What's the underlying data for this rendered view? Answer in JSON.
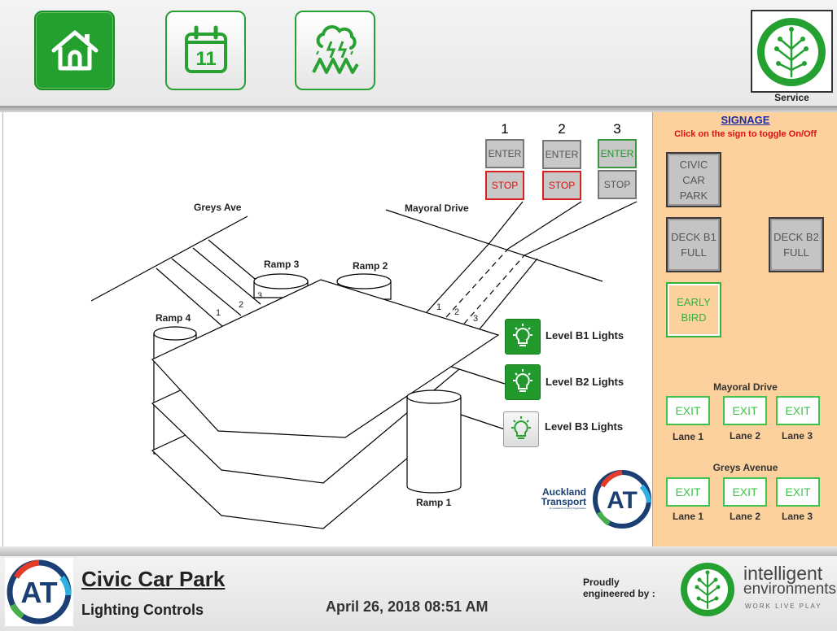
{
  "nav": {
    "home_icon": "home-icon",
    "calendar_icon": "calendar-icon",
    "calendar_day": "11",
    "weather_icon": "storm-weather-icon",
    "service_icon": "tree-logo-icon",
    "service_label": "Service"
  },
  "map": {
    "street_left": "Greys Ave",
    "street_right": "Mayoral Drive",
    "ramp_labels": [
      "Ramp 1",
      "Ramp 2",
      "Ramp 3",
      "Ramp 4"
    ],
    "left_lane_numbers": [
      "1",
      "2",
      "3"
    ],
    "right_lane_numbers": [
      "1",
      "2",
      "3"
    ],
    "entry_signs": [
      {
        "number": "1",
        "enter": "ENTER",
        "stop": "STOP",
        "enter_state": "off",
        "stop_state": "on"
      },
      {
        "number": "2",
        "enter": "ENTER",
        "stop": "STOP",
        "enter_state": "off",
        "stop_state": "on"
      },
      {
        "number": "3",
        "enter": "ENTER",
        "stop": "STOP",
        "enter_state": "on",
        "stop_state": "off"
      }
    ],
    "lights": [
      {
        "label": "Level B1 Lights",
        "state": "on",
        "icon": "lightbulb-icon"
      },
      {
        "label": "Level B2 Lights",
        "state": "on",
        "icon": "lightbulb-icon"
      },
      {
        "label": "Level B3 Lights",
        "state": "off",
        "icon": "lightbulb-icon"
      }
    ],
    "brand_line1": "Auckland",
    "brand_line2": "Transport",
    "brand_line3": "An Auckland Council Organisation",
    "brand_logo": "AT"
  },
  "signage": {
    "title": "SIGNAGE",
    "subtitle": "Click on the sign to toggle On/Off",
    "civic": {
      "line1": "CIVIC",
      "line2": "CAR",
      "line3": "PARK",
      "state": "off"
    },
    "deck_b1": {
      "line1": "DECK B1",
      "line2": "FULL",
      "state": "off"
    },
    "deck_b2": {
      "line1": "DECK B2",
      "line2": "FULL",
      "state": "off"
    },
    "early_bird": {
      "line1": "EARLY",
      "line2": "BIRD",
      "state": "on"
    },
    "mayoral_title": "Mayoral Drive",
    "mayoral_exits": [
      {
        "label": "EXIT",
        "lane": "Lane 1"
      },
      {
        "label": "EXIT",
        "lane": "Lane 2"
      },
      {
        "label": "EXIT",
        "lane": "Lane 3"
      }
    ],
    "greys_title": "Greys Avenue",
    "greys_exits": [
      {
        "label": "EXIT",
        "lane": "Lane 1"
      },
      {
        "label": "EXIT",
        "lane": "Lane 2"
      },
      {
        "label": "EXIT",
        "lane": "Lane 3"
      }
    ]
  },
  "footer": {
    "logo": "AT",
    "title": "Civic Car Park",
    "subtitle": "Lighting Controls",
    "datetime": "April 26, 2018 08:51 AM",
    "engineered_line1": "Proudly",
    "engineered_line2": "engineered by :",
    "brand_line1": "intelligent",
    "brand_line2": "environments",
    "brand_tagline": "WORK LIVE PLAY"
  },
  "colors": {
    "accent_green": "#24a02f",
    "signage_bg": "#fdd19e",
    "stop_red": "#e01010",
    "title_blue": "#1a2aa8",
    "exit_green": "#3fc44b"
  }
}
